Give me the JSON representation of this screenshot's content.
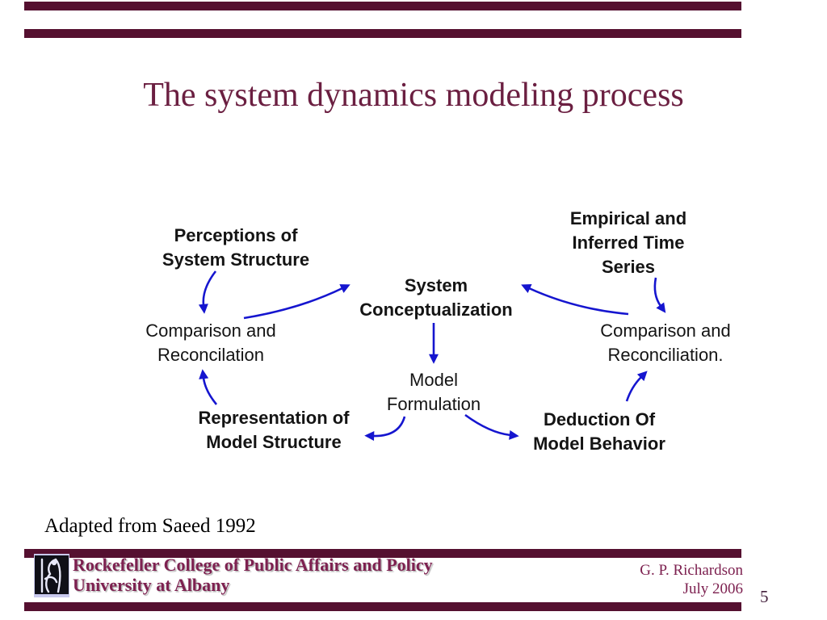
{
  "slide": {
    "title": "The system dynamics modeling process",
    "attribution": "Adapted from Saeed 1992",
    "footer": {
      "logo_icon": "university-seal-logo",
      "org_line1": "Rockefeller College of Public Affairs and Policy",
      "org_line2": "University at Albany",
      "author": "G. P. Richardson",
      "date": "July 2006",
      "page_number": "5"
    },
    "colors": {
      "title_maroon": "#6b1f41",
      "footer_maroon": "#7d2150",
      "accent_bar": "#551030",
      "arrow_blue": "#1515cf"
    }
  },
  "diagram": {
    "nodes": [
      {
        "id": "perceptions",
        "text": "Perceptions of\nSystem Structure"
      },
      {
        "id": "empirical",
        "text": "Empirical and\nInferred Time\nSeries"
      },
      {
        "id": "system-conceptualization",
        "text": "System\nConceptualization"
      },
      {
        "id": "comparison-left",
        "text": "Comparison and\nReconcilation"
      },
      {
        "id": "comparison-right",
        "text": "Comparison and\nReconciliation."
      },
      {
        "id": "model-formulation",
        "text": "Model\nFormulation"
      },
      {
        "id": "representation",
        "text": "Representation of\nModel Structure"
      },
      {
        "id": "deduction",
        "text": "Deduction Of\nModel Behavior"
      }
    ]
  }
}
